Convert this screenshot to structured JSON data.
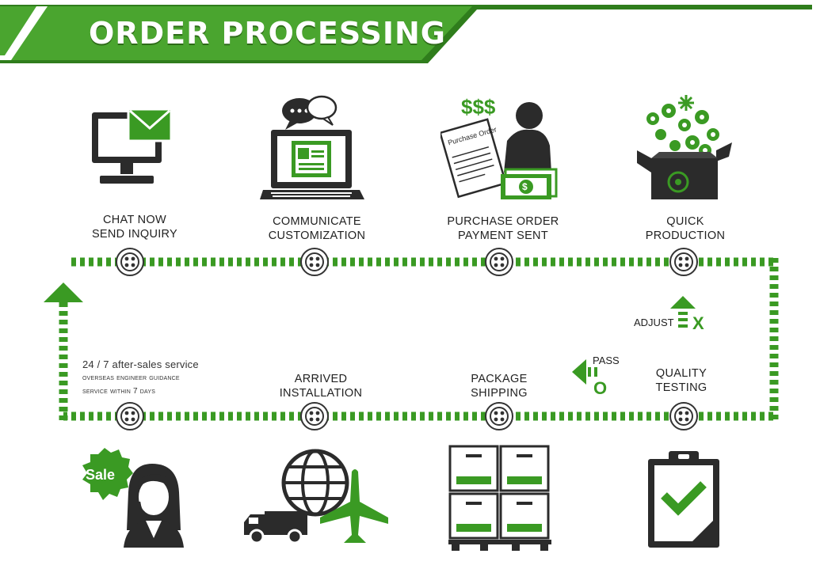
{
  "header": {
    "title": "ORDER PROCESSING"
  },
  "steps_top": [
    {
      "line1": "CHAT NOW",
      "line2": "SEND INQUIRY"
    },
    {
      "line1": "COMMUNICATE",
      "line2": "CUSTOMIZATION"
    },
    {
      "line1": "PURCHASE ORDER",
      "line2": "PAYMENT SENT"
    },
    {
      "line1": "QUICK",
      "line2": "PRODUCTION"
    }
  ],
  "steps_bottom": [
    {
      "line1": "QUALITY",
      "line2": "TESTING"
    },
    {
      "line1": "PACKAGE",
      "line2": "SHIPPING"
    },
    {
      "line1": "ARRIVED",
      "line2": "INSTALLATION"
    }
  ],
  "after_sales": {
    "line1": "24 / 7 after-sales service",
    "line2": "overseas engineer guidance",
    "line3": "service within 7 days"
  },
  "loop_labels": {
    "adjust": "ADJUST",
    "adjust_mark": "X",
    "pass": "PASS",
    "pass_mark": "O"
  },
  "icon_text": {
    "dollars": "$$$",
    "purchase_order": "Purchase Order",
    "sale": "Sale"
  },
  "colors": {
    "accent": "#3a9a23",
    "dark": "#2b2b2b",
    "banner": "#4aa52f"
  }
}
